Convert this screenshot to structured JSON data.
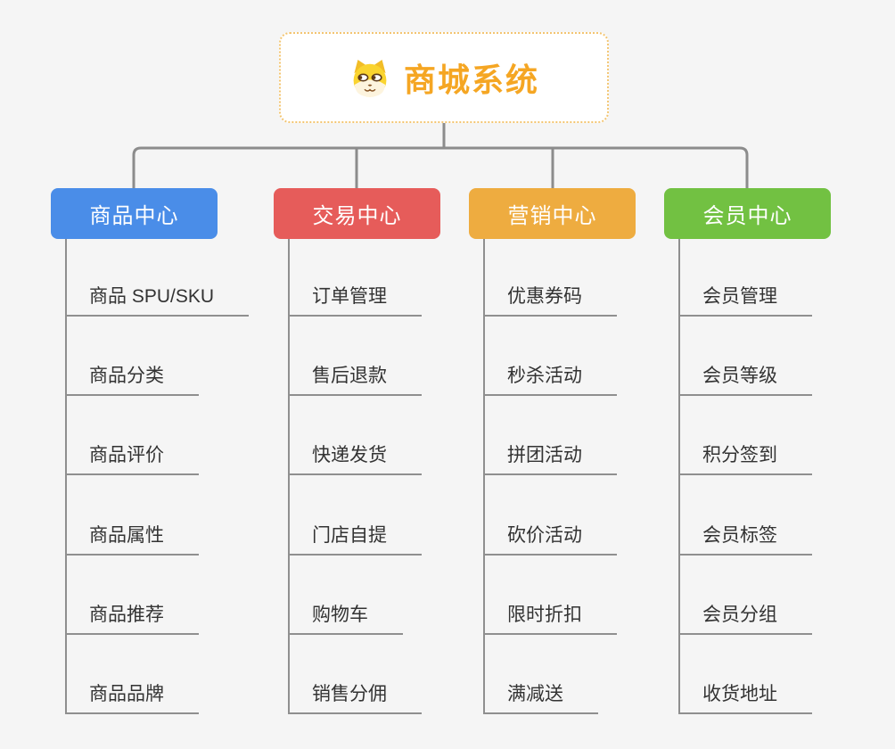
{
  "canvas": {
    "background": "#f5f5f5",
    "connector_color": "#8c8c8c",
    "leaf_underline_color": "#8f8f8f",
    "leaf_text_color": "#333333"
  },
  "root": {
    "label": "商城系统",
    "icon": "shiba-dog-icon",
    "text_color": "#f5a623",
    "border_color": "#f3c571",
    "background": "#ffffff"
  },
  "branches": [
    {
      "label": "商品中心",
      "color": "#4a8de8",
      "items": [
        "商品 SPU/SKU",
        "商品分类",
        "商品评价",
        "商品属性",
        "商品推荐",
        "商品品牌"
      ]
    },
    {
      "label": "交易中心",
      "color": "#e65c5a",
      "items": [
        "订单管理",
        "售后退款",
        "快递发货",
        "门店自提",
        "购物车",
        "销售分佣"
      ]
    },
    {
      "label": "营销中心",
      "color": "#eeac40",
      "items": [
        "优惠券码",
        "秒杀活动",
        "拼团活动",
        "砍价活动",
        "限时折扣",
        "满减送"
      ]
    },
    {
      "label": "会员中心",
      "color": "#72c142",
      "items": [
        "会员管理",
        "会员等级",
        "积分签到",
        "会员标签",
        "会员分组",
        "收货地址"
      ]
    }
  ]
}
